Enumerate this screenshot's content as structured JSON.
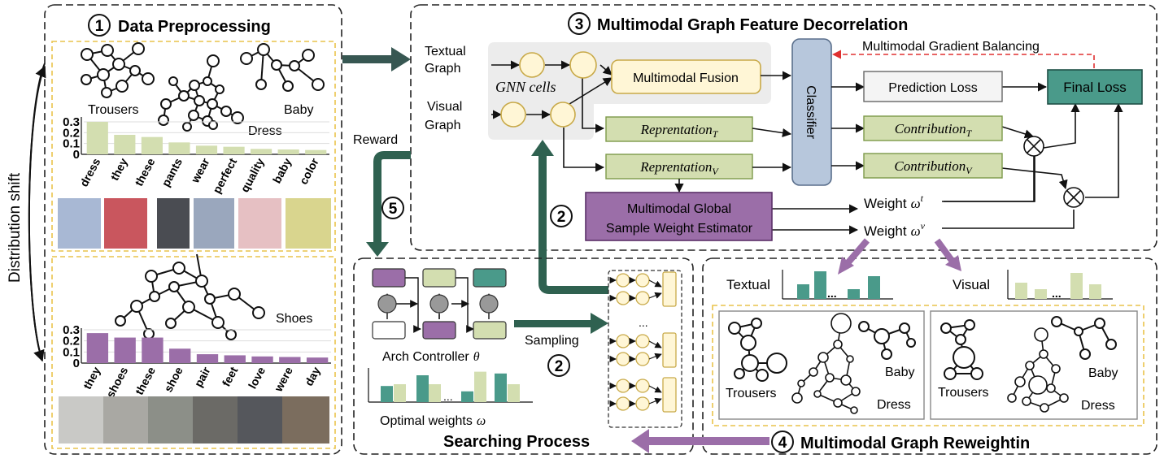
{
  "colors": {
    "green": "#d3deb0",
    "green_stroke": "#7d9a4a",
    "teal": "#4a9a8a",
    "teal_dark": "#2f7566",
    "purple": "#9b6ea8",
    "purple_dark": "#6e3f7d",
    "arrow_dark": "#375752",
    "yellow": "#fff6d6",
    "yellow_stroke": "#c8a948",
    "classifier": "#b7c7dc",
    "dashed_yellow": "#e9c34b",
    "red_dashed": "#e03030"
  },
  "panel1": {
    "number": "1",
    "title": "Data Preprocessing",
    "label_trousers": "Trousers",
    "label_baby": "Baby",
    "label_dress": "Dress",
    "label_shoes": "Shoes",
    "side_label": "Distribution shift",
    "top_chart": {
      "yticks": [
        "0.3",
        "0.2",
        "0.1",
        "0"
      ],
      "categories": [
        "dress",
        "they",
        "these",
        "pants",
        "wear",
        "perfect",
        "quality",
        "baby",
        "color"
      ],
      "values": [
        0.3,
        0.18,
        0.16,
        0.11,
        0.08,
        0.07,
        0.05,
        0.045,
        0.04
      ]
    },
    "bottom_chart": {
      "yticks": [
        "0.3",
        "0.2",
        "0.1",
        "0"
      ],
      "categories": [
        "they",
        "shoes",
        "these",
        "shoe",
        "pair",
        "feet",
        "love",
        "were",
        "day"
      ],
      "values": [
        0.27,
        0.23,
        0.23,
        0.13,
        0.08,
        0.07,
        0.06,
        0.055,
        0.05
      ]
    }
  },
  "panel3": {
    "number": "3",
    "title": "Multimodal Graph Feature Decorrelation",
    "textual_graph": [
      "Textual",
      "Graph"
    ],
    "visual_graph": [
      "Visual",
      "Graph"
    ],
    "gnn_cells": "GNN cells",
    "multimodal_fusion": "Multimodal Fusion",
    "classifier": "Classifier",
    "gradient_balancing": "Multimodal Gradient Balancing",
    "prediction_loss": "Prediction Loss",
    "final_loss": "Final Loss",
    "reprentation": "Reprentation",
    "contribution": "Contribution",
    "sub_t": "T",
    "sub_v": "V",
    "estimator": [
      "Multimodal Global",
      "Sample Weight Estimator"
    ],
    "weight": "Weight",
    "omega": "ω",
    "sup_t": "t",
    "sup_v": "v",
    "reward": "Reward"
  },
  "panel5": {
    "number": "5"
  },
  "panel2": {
    "number": "2"
  },
  "search": {
    "title": "Searching Process",
    "arch_controller": "Arch Controller",
    "theta": "θ",
    "sampling": "Sampling",
    "optimal_weights": "Optimal weights",
    "omega": "ω",
    "dots": "...",
    "bars": [
      {
        "color": "teal",
        "value": 0.45
      },
      {
        "color": "green",
        "value": 0.5
      },
      {
        "color": "teal",
        "value": 0.75
      },
      {
        "color": "green",
        "value": 0.5
      },
      {
        "color": "teal",
        "value": 0.3
      },
      {
        "color": "green",
        "value": 0.85
      },
      {
        "color": "teal",
        "value": 0.8
      },
      {
        "color": "green",
        "value": 0.5
      }
    ]
  },
  "panel4": {
    "number": "4",
    "title": "Multimodal Graph Reweightin",
    "textual": "Textual",
    "visual": "Visual",
    "dots": "...",
    "textual_bars": [
      0.45,
      0.85,
      0.3,
      0.7
    ],
    "visual_bars": [
      0.5,
      0.3,
      0.8,
      0.45
    ],
    "left_labels": {
      "trousers": "Trousers",
      "baby": "Baby",
      "dress": "Dress"
    },
    "right_labels": {
      "trousers": "Trousers",
      "baby": "Baby",
      "dress": "Dress"
    }
  }
}
